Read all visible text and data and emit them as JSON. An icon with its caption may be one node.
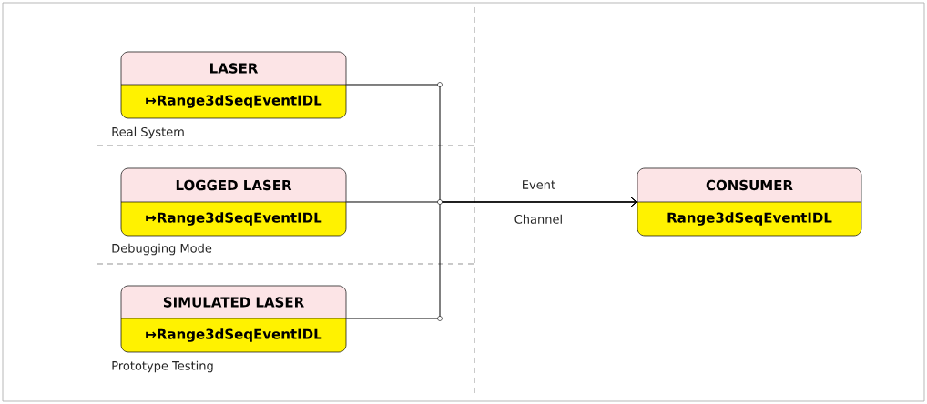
{
  "diagram": {
    "nodes": [
      {
        "text": [
          "LASER",
          "↦Range3dSeqEventIDL"
        ],
        "beside": [
          "Real System"
        ]
      },
      {
        "text": [
          "LOGGED LASER",
          "↦Range3dSeqEventIDL"
        ],
        "beside": [
          "Debugging Mode"
        ]
      },
      {
        "text": [
          "SIMULATED LASER",
          "↦Range3dSeqEventIDL"
        ],
        "beside": [
          "Prototype Testing"
        ]
      },
      {
        "text": [
          "CONSUMER",
          "Range3dSeqEventIDL"
        ]
      }
    ],
    "edges": [
      {
        "from": 0,
        "to": 3,
        "arrow": "to"
      },
      {
        "from": 1,
        "to": 3,
        "arrow": "to",
        "label": "Event Channel"
      },
      {
        "from": 2,
        "to": 3,
        "arrow": "to"
      }
    ]
  }
}
